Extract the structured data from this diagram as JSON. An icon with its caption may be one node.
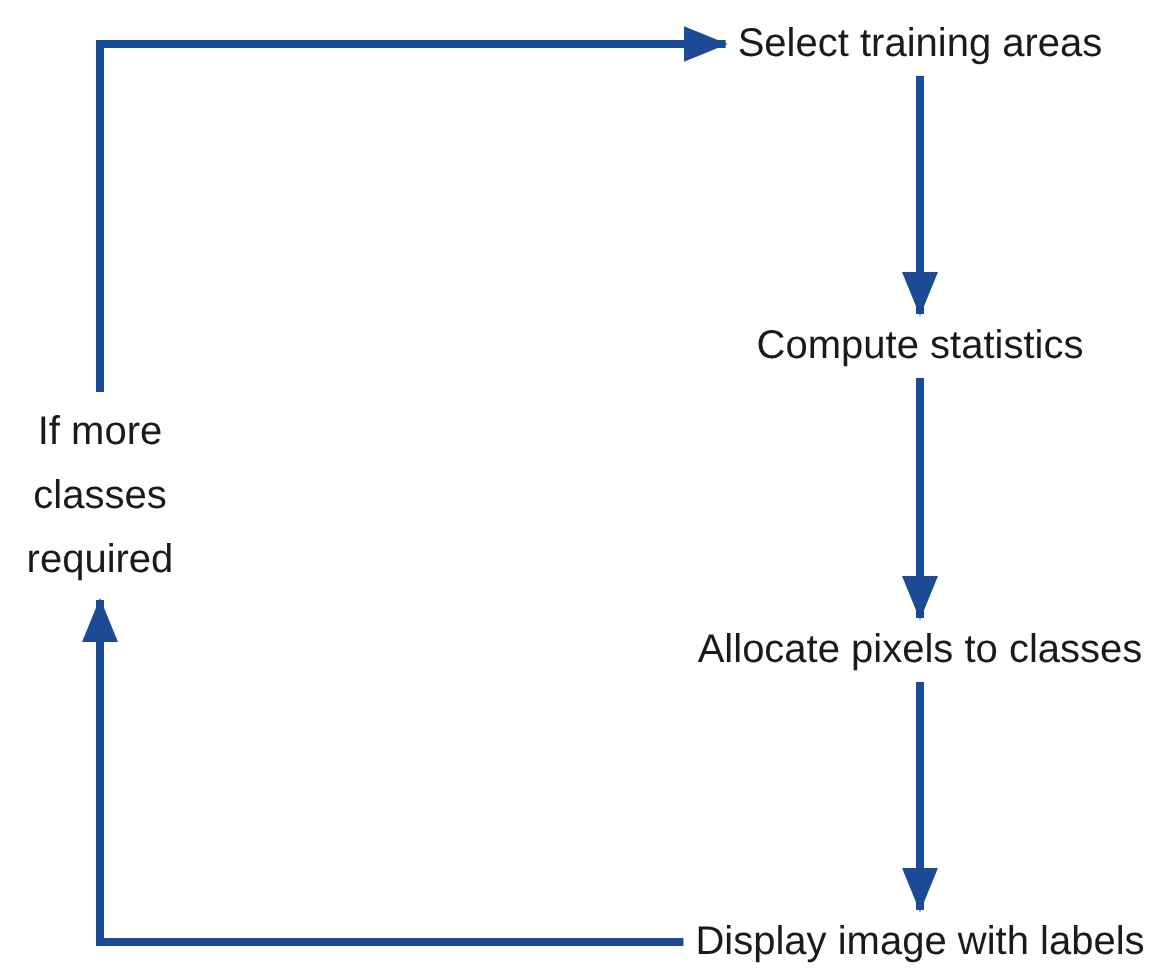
{
  "diagram": {
    "nodes": [
      {
        "text": [
          "Select training areas"
        ]
      },
      {
        "text": [
          "Compute statistics"
        ]
      },
      {
        "text": [
          "Allocate pixels to classes"
        ]
      },
      {
        "text": [
          "Display image with labels"
        ]
      },
      {
        "text": [
          "If more classes required"
        ]
      }
    ],
    "edges": [
      {
        "from": 0,
        "to": 1,
        "arrow": "to"
      },
      {
        "from": 1,
        "to": 2,
        "arrow": "to"
      },
      {
        "from": 2,
        "to": 3,
        "arrow": "to"
      },
      {
        "from": 3,
        "to": 4,
        "arrow": "to"
      },
      {
        "from": 4,
        "to": 0,
        "arrow": "to"
      }
    ]
  }
}
